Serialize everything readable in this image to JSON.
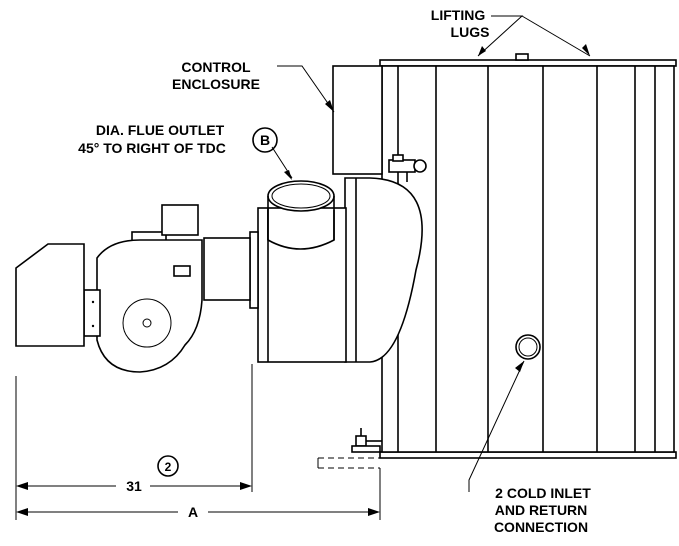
{
  "labels": {
    "lifting_lugs_line1": "LIFTING",
    "lifting_lugs_line2": "LUGS",
    "control_enclosure_line1": "CONTROL",
    "control_enclosure_line2": "ENCLOSURE",
    "flue_outlet_line1": "DIA. FLUE OUTLET",
    "flue_outlet_line2": "45° TO RIGHT OF TDC",
    "flue_callout": "B",
    "cold_inlet_line1": "2 COLD INLET",
    "cold_inlet_line2": "AND RETURN",
    "cold_inlet_line3": "CONNECTION"
  },
  "dimensions": {
    "dim_31_value": "31",
    "dim_31_note": "2",
    "dim_a_value": "A"
  },
  "colors": {
    "line": "#000000",
    "background": "#ffffff"
  }
}
